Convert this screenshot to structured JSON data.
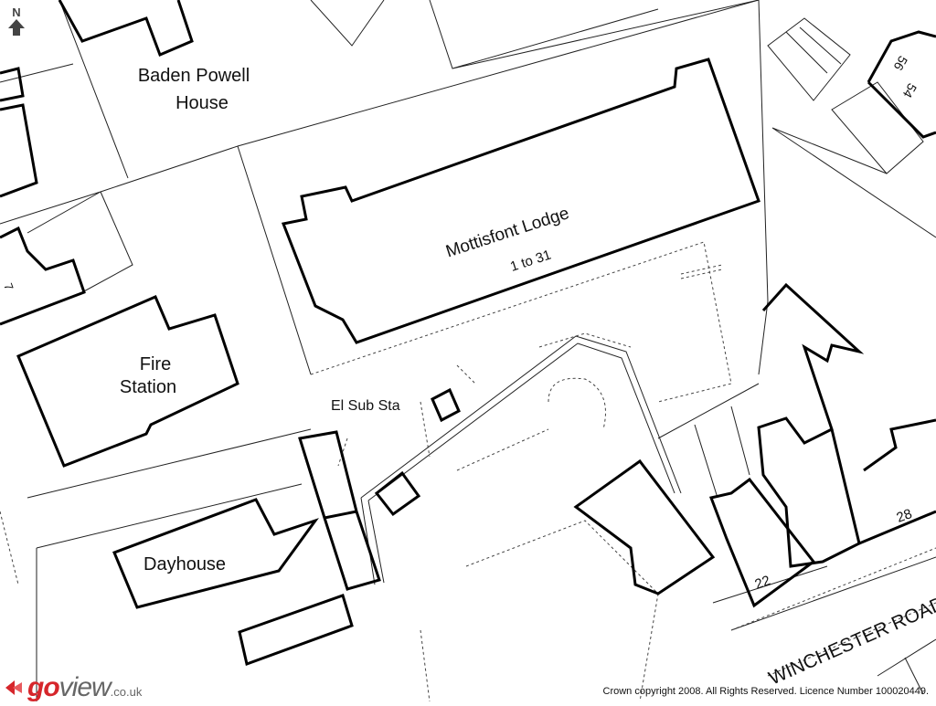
{
  "map": {
    "labels": {
      "baden_powell_1": "Baden Powell",
      "baden_powell_2": "House",
      "mottisfont": "Mottisfont Lodge",
      "mottisfont_numbers": "1 to 31",
      "fire_1": "Fire",
      "fire_2": "Station",
      "el_sub_sta": "El Sub Sta",
      "dayhouse": "Dayhouse",
      "road": "WINCHESTER ROAD",
      "num_22": "22",
      "num_28": "28",
      "num_54": "54",
      "num_56": "56",
      "num_7": "7"
    }
  },
  "north_arrow": {
    "label": "N",
    "icon": "north-arrow-icon"
  },
  "logo": {
    "brand_go": "go",
    "brand_view": "view",
    "tld": ".co.uk",
    "brand_color": "#d6262b"
  },
  "copyright": "Crown copyright 2008. All Rights Reserved. Licence Number 100020449."
}
